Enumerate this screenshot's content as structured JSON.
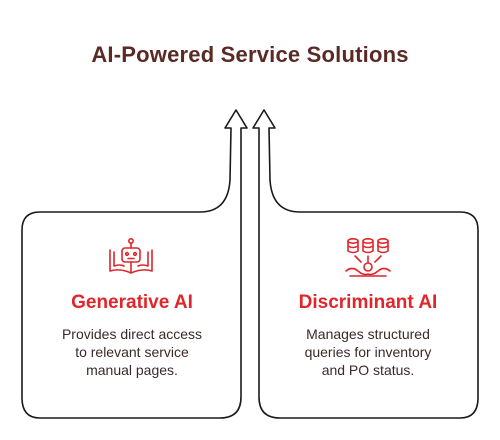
{
  "title": "AI-Powered Service Solutions",
  "colors": {
    "title": "#5a2a24",
    "accent": "#e0262b",
    "outline": "#1a1a1a",
    "text": "#3a2a28"
  },
  "cards": [
    {
      "icon": "robot-book-icon",
      "heading": "Generative AI",
      "description_lines": [
        "Provides direct access",
        "to relevant service",
        "manual pages."
      ]
    },
    {
      "icon": "database-network-icon",
      "heading": "Discriminant AI",
      "description_lines": [
        "Manages structured",
        "queries for inventory",
        "and PO status."
      ]
    }
  ]
}
